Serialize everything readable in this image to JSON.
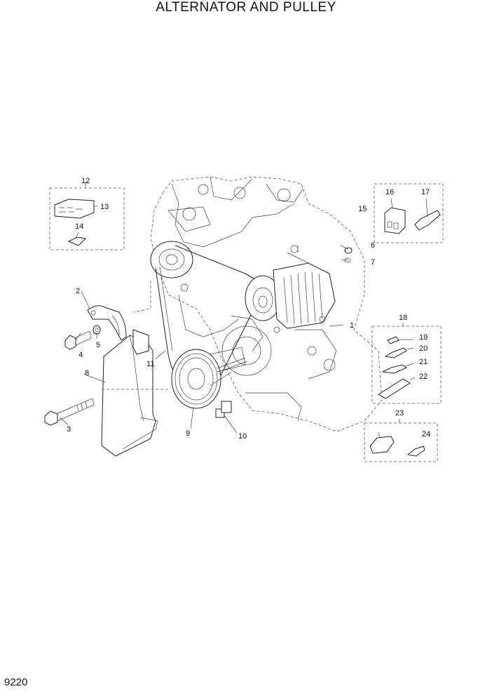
{
  "title": "ALTERNATOR AND PULLEY",
  "page_code": "9220",
  "callouts": {
    "c1": "1",
    "c2": "2",
    "c3": "3",
    "c4": "4",
    "c5": "5",
    "c6": "6",
    "c7": "7",
    "c8": "8",
    "c9": "9",
    "c10": "10",
    "c11": "11",
    "c12": "12",
    "c13": "13",
    "c14": "14",
    "c15": "15",
    "c16": "16",
    "c17": "17",
    "c18": "18",
    "c19": "19",
    "c20": "20",
    "c21": "21",
    "c22": "22",
    "c23": "23",
    "c24": "24"
  }
}
